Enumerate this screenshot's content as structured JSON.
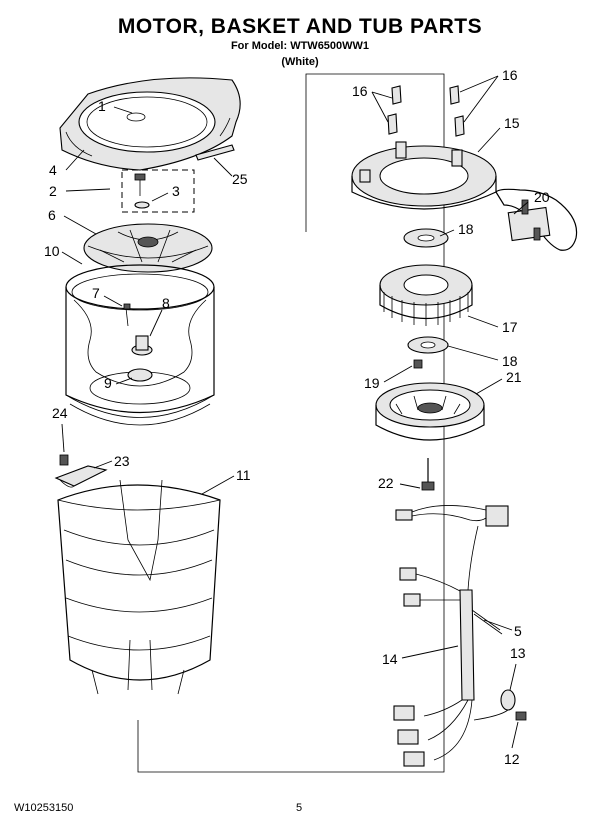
{
  "header": {
    "title": "MOTOR, BASKET AND TUB PARTS",
    "model_line": "For Model: WTW6500WW1",
    "color_line": "(White)"
  },
  "footer": {
    "doc_number": "W10253150",
    "page_number": "5"
  },
  "callouts": {
    "c1": "1",
    "c2": "2",
    "c3": "3",
    "c4": "4",
    "c5": "5",
    "c6": "6",
    "c7": "7",
    "c8": "8",
    "c9": "9",
    "c10": "10",
    "c11": "11",
    "c12": "12",
    "c13": "13",
    "c14": "14",
    "c15": "15",
    "c16a": "16",
    "c16b": "16",
    "c17": "17",
    "c18a": "18",
    "c18b": "18",
    "c19": "19",
    "c20": "20",
    "c21": "21",
    "c22": "22",
    "c23": "23",
    "c24": "24",
    "c25": "25"
  }
}
